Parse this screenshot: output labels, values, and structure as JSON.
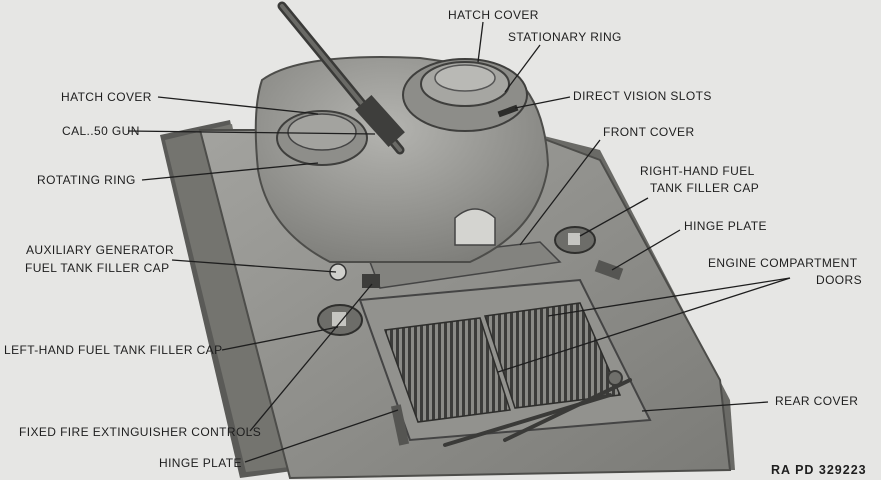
{
  "labels": {
    "hatch_cover_top": "HATCH COVER",
    "stationary_ring": "STATIONARY RING",
    "hatch_cover_left": "HATCH COVER",
    "direct_vision_slots": "DIRECT VISION SLOTS",
    "cal50_gun": "CAL..50  GUN",
    "front_cover": "FRONT COVER",
    "rotating_ring": "ROTATING RING",
    "right_fuel_line1": "RIGHT-HAND FUEL",
    "right_fuel_line2": "TANK FILLER CAP",
    "hinge_plate_right": "HINGE PLATE",
    "aux_gen_line1": "AUXILIARY GENERATOR",
    "aux_gen_line2": "FUEL TANK FILLER CAP",
    "engine_doors_line1": "ENGINE COMPARTMENT",
    "engine_doors_line2": "DOORS",
    "left_fuel": "LEFT-HAND FUEL TANK FILLER CAP",
    "rear_cover": "REAR COVER",
    "fire_ext": "FIXED FIRE EXTINGUISHER CONTROLS",
    "hinge_plate_bottom": "HINGE PLATE",
    "figure_code": "RA PD 329223"
  },
  "colors": {
    "background": "#e6e6e4",
    "hull": "#8c8c88",
    "turret": "#9c9c98",
    "leader_line": "#1e1e1e"
  }
}
